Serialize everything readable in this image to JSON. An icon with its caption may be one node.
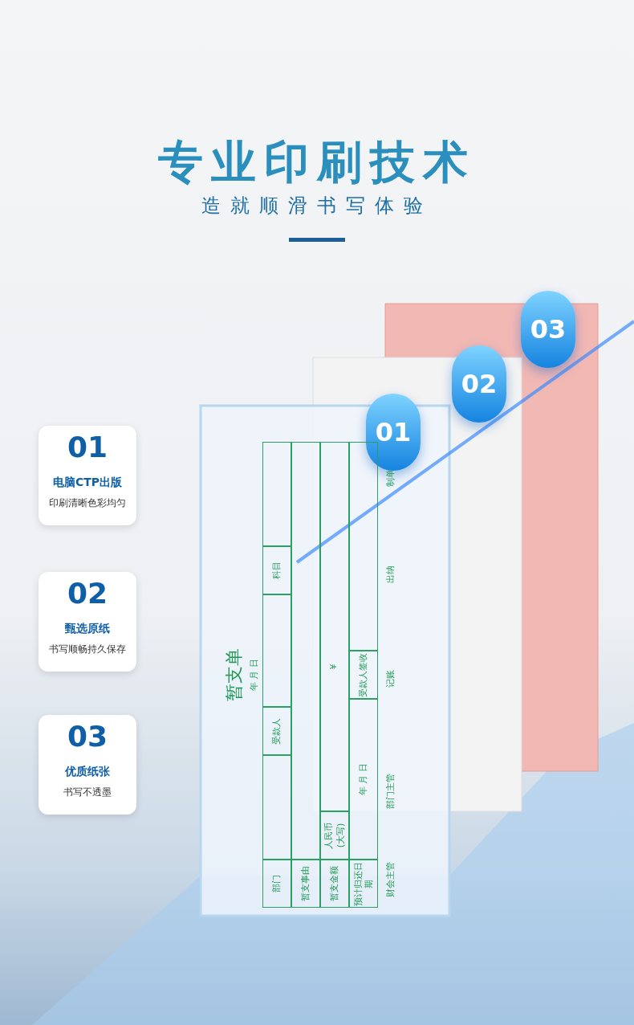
{
  "diagram": {
    "title": "专业印刷技术",
    "caption": "造就顺滑书写体验",
    "nodes": [
      {
        "text": [
          "01",
          "电脑CTP出版",
          "印刷清晰色彩均匀"
        ]
      },
      {
        "text": [
          "02",
          "甄选原纸",
          "书写顺畅持久保存"
        ]
      },
      {
        "text": [
          "03",
          "优质纸张",
          "书写不透墨"
        ]
      },
      {
        "text": [
          "01"
        ]
      },
      {
        "text": [
          "02"
        ]
      },
      {
        "text": [
          "03"
        ]
      }
    ],
    "edges": [],
    "labels": [
      "暂支单",
      "年 月 日",
      "部门",
      "受款人",
      "科目",
      "暂支事由",
      "暂支金额",
      "人民币",
      "(大写)",
      "¥",
      "预计归还日期",
      "年 月 日",
      "受款人签收",
      "财会主管",
      "部门主管",
      "记账",
      "出纳",
      "制单"
    ]
  }
}
